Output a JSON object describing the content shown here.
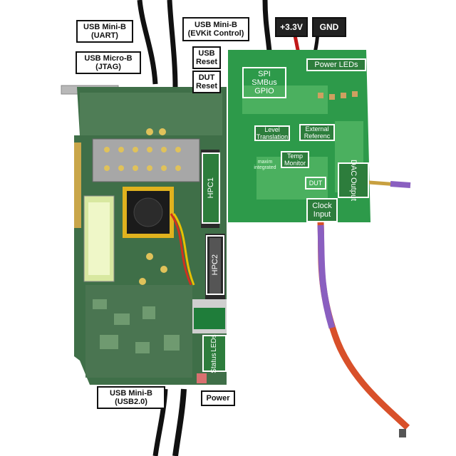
{
  "colors": {
    "fpga_board": "#3f6f48",
    "evkit_board": "#2d9a4a",
    "cable_orange": "#d8502a",
    "cable_purple": "#8a5fc0",
    "cable_black": "#111111"
  },
  "callouts": {
    "usb_mini_uart": [
      "USB Mini-B",
      "(UART)"
    ],
    "usb_micro_jtag": [
      "USB Micro-B",
      "(JTAG)"
    ],
    "usb_mini_evkit": [
      "USB Mini-B",
      "(EVKit Control)"
    ],
    "plus_3v3": "+3.3V",
    "gnd": "GND",
    "usb_reset": [
      "USB",
      "Reset"
    ],
    "dut_reset": [
      "DUT",
      "Reset"
    ],
    "usb_mini_usb2": [
      "USB Mini-B",
      "(USB2.0)"
    ],
    "power": "Power"
  },
  "board_labels": {
    "spi_smbus_gpio": [
      "SPI",
      "SMBus",
      "GPIO"
    ],
    "power_leds": "Power LEDs",
    "level_translation": [
      "Level",
      "Translation"
    ],
    "external_reference": [
      "External",
      "Referenc"
    ],
    "temp_monitor": [
      "Temp",
      "Monitor"
    ],
    "dut": "DUT",
    "dac_output": [
      "DAC",
      "Output"
    ],
    "clock_input": [
      "Clock",
      "Input"
    ],
    "hpc1": "HPC1",
    "hpc2": "HPC2",
    "status_leds": [
      "Status",
      "LEDs"
    ]
  },
  "silkscreen": {
    "maxim_logo": "maxim integrated"
  }
}
